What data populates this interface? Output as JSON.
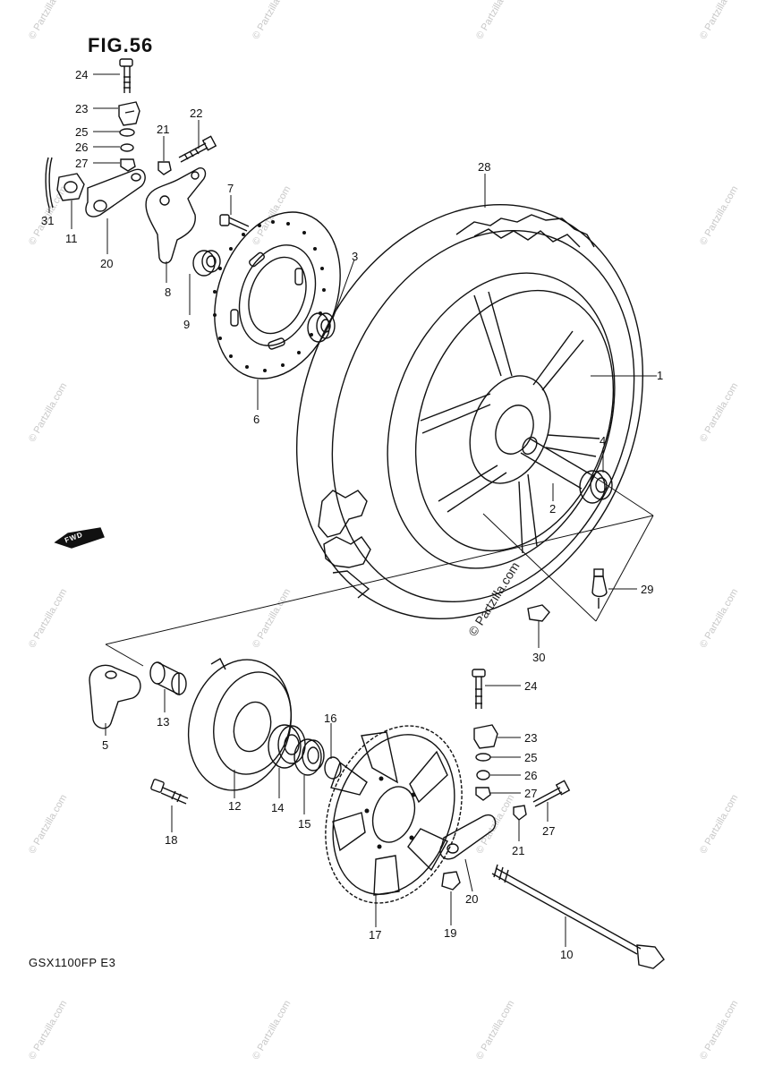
{
  "figure": {
    "title": "FIG.56",
    "model_code": "GSX1100FP E3",
    "forward_badge": "FWD",
    "watermark": "© Partzilla.com"
  },
  "callouts": [
    {
      "id": "c24a",
      "text": "24"
    },
    {
      "id": "c23a",
      "text": "23"
    },
    {
      "id": "c25a",
      "text": "25"
    },
    {
      "id": "c26a",
      "text": "26"
    },
    {
      "id": "c27a",
      "text": "27"
    },
    {
      "id": "c21a",
      "text": "21"
    },
    {
      "id": "c22",
      "text": "22"
    },
    {
      "id": "c31",
      "text": "31"
    },
    {
      "id": "c11",
      "text": "11"
    },
    {
      "id": "c20a",
      "text": "20"
    },
    {
      "id": "c8",
      "text": "8"
    },
    {
      "id": "c9",
      "text": "9"
    },
    {
      "id": "c7",
      "text": "7"
    },
    {
      "id": "c28",
      "text": "28"
    },
    {
      "id": "c3",
      "text": "3"
    },
    {
      "id": "c6",
      "text": "6"
    },
    {
      "id": "c1",
      "text": "1"
    },
    {
      "id": "c4",
      "text": "4"
    },
    {
      "id": "c2",
      "text": "2"
    },
    {
      "id": "c29",
      "text": "29"
    },
    {
      "id": "c30",
      "text": "30"
    },
    {
      "id": "c5",
      "text": "5"
    },
    {
      "id": "c13",
      "text": "13"
    },
    {
      "id": "c12",
      "text": "12"
    },
    {
      "id": "c14",
      "text": "14"
    },
    {
      "id": "c15",
      "text": "15"
    },
    {
      "id": "c16",
      "text": "16"
    },
    {
      "id": "c18",
      "text": "18"
    },
    {
      "id": "c24b",
      "text": "24"
    },
    {
      "id": "c23b",
      "text": "23"
    },
    {
      "id": "c25b",
      "text": "25"
    },
    {
      "id": "c26b",
      "text": "26"
    },
    {
      "id": "c27b",
      "text": "27"
    },
    {
      "id": "c27c",
      "text": "27"
    },
    {
      "id": "c21b",
      "text": "21"
    },
    {
      "id": "c20b",
      "text": "20"
    },
    {
      "id": "c17",
      "text": "17"
    },
    {
      "id": "c19",
      "text": "19"
    },
    {
      "id": "c10",
      "text": "10"
    }
  ]
}
